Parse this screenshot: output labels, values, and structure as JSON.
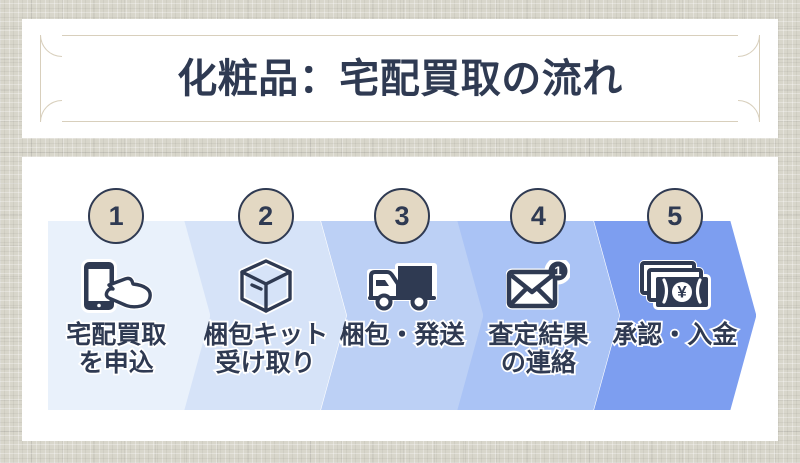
{
  "header": {
    "title": "化粧品：宅配買取の流れ"
  },
  "colors": {
    "page_background": "#d8d6cb",
    "card_background": "#ffffff",
    "frame_border": "#d8cfbc",
    "text_navy": "#2f3a52",
    "badge_fill": "#e3d8c3",
    "label_outline": "#ffffff"
  },
  "flow": {
    "steps": [
      {
        "number": "1",
        "icon": "smartphone-tap-icon",
        "label_lines": [
          "宅配買取",
          "を申込"
        ],
        "fill": "#e9f1fb"
      },
      {
        "number": "2",
        "icon": "package-box-icon",
        "label_lines": [
          "梱包キット",
          "受け取り"
        ],
        "fill": "#d6e3f8"
      },
      {
        "number": "3",
        "icon": "delivery-truck-icon",
        "label_lines": [
          "梱包・発送"
        ],
        "fill": "#bcd0f5"
      },
      {
        "number": "4",
        "icon": "envelope-notification-icon",
        "label_lines": [
          "査定結果",
          "の連絡"
        ],
        "fill": "#aac3f5",
        "badge_count": "1"
      },
      {
        "number": "5",
        "icon": "yen-banknotes-icon",
        "label_lines": [
          "承認・入金"
        ],
        "fill": "#7d9ef0"
      }
    ]
  }
}
